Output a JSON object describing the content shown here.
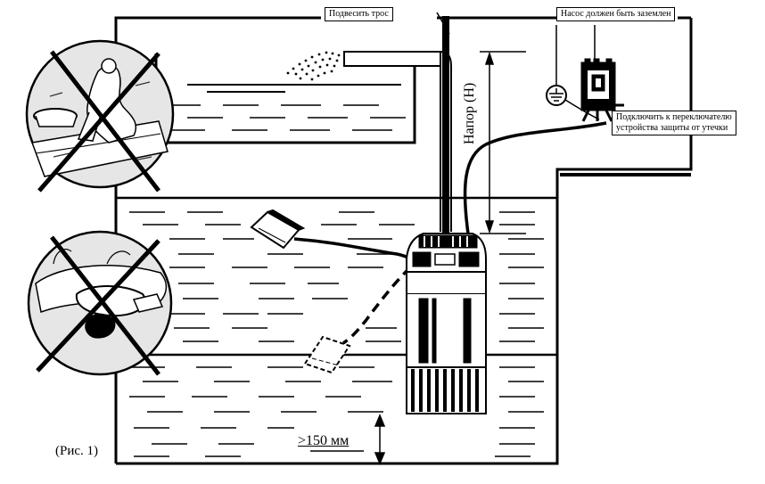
{
  "labels": {
    "hang_rope": "Подвесить трос",
    "grounding": "Насос должен быть заземлен",
    "leak_switch_1": "Подключить к переключателю",
    "leak_switch_2": "устройства защиты от утечки",
    "head": "Напор (H)",
    "min_depth": ">150 мм",
    "figure": "(Рис. 1)"
  },
  "colors": {
    "ink": "#000000",
    "paper": "#ffffff"
  },
  "icons": [
    "ground-symbol-icon",
    "switch-box-icon",
    "float-switch-icon",
    "pump-icon"
  ]
}
